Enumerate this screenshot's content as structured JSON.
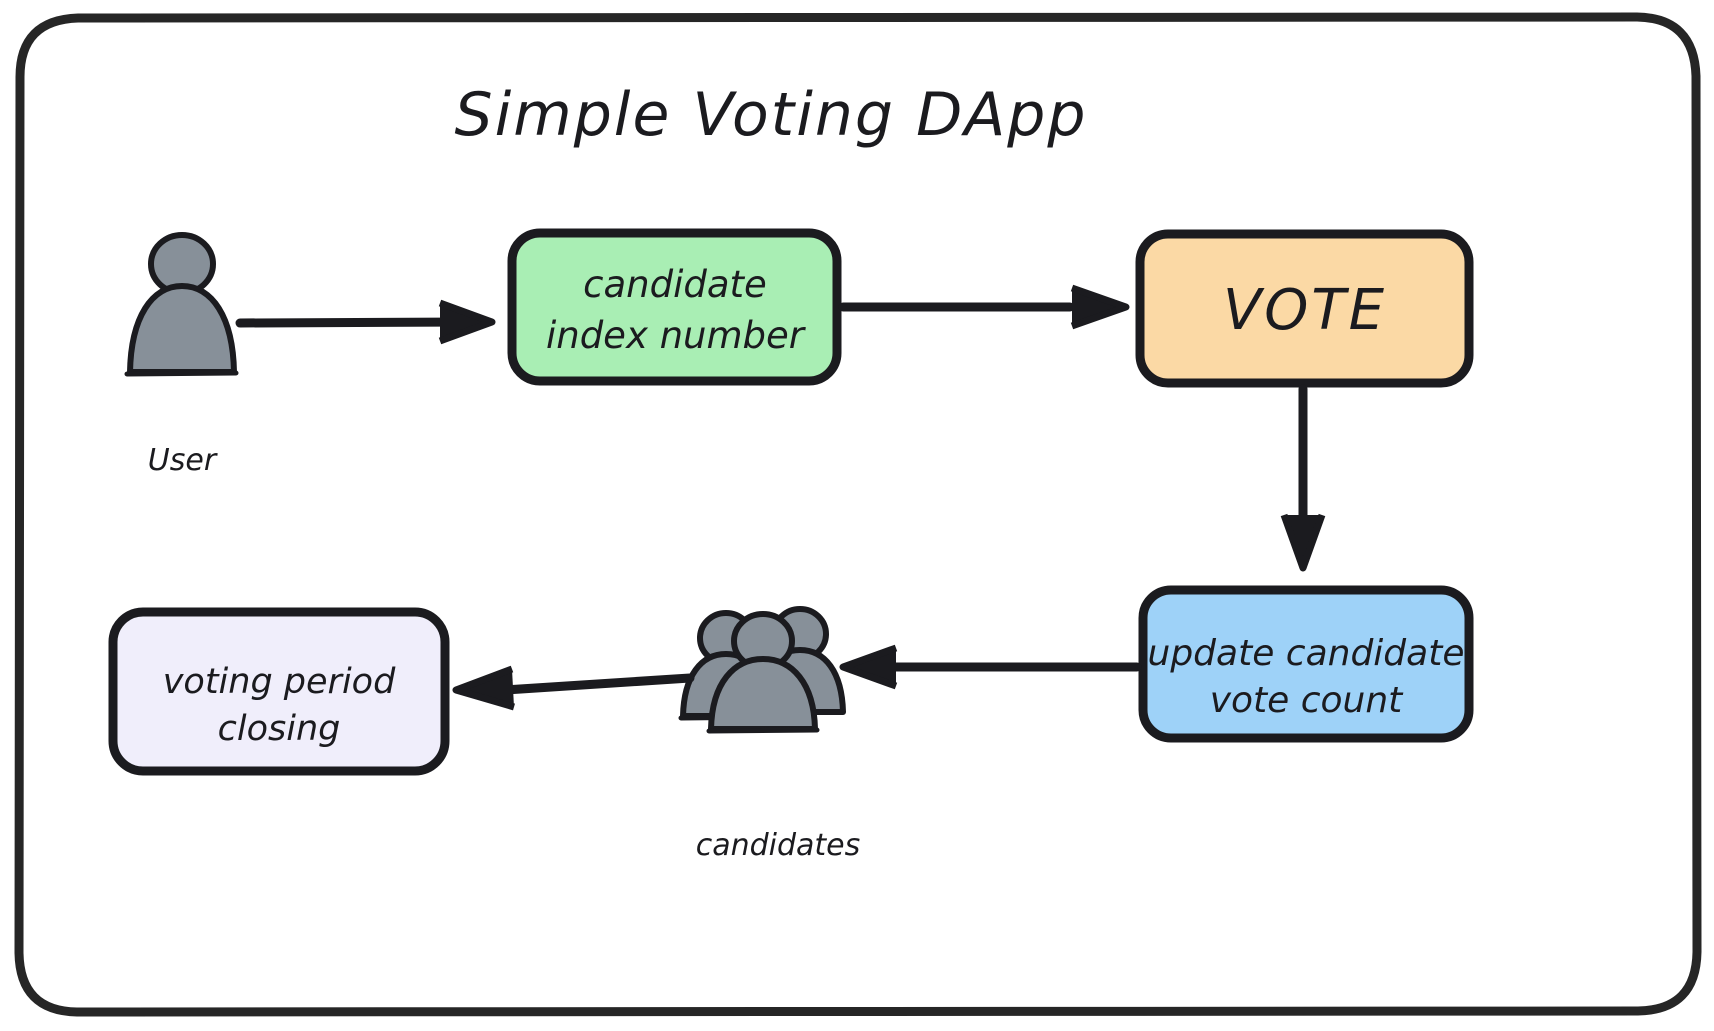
{
  "diagram": {
    "title": "Simple Voting DApp",
    "frame": {
      "border_color": "#262626",
      "background": "#ffffff"
    },
    "actors": [
      {
        "id": "user",
        "name": "user-actor",
        "label": "User",
        "fill": "#879099",
        "stroke": "#1b1b1f",
        "figures": 1
      },
      {
        "id": "candidates",
        "name": "candidates-actor",
        "label": "candidates",
        "fill": "#879099",
        "stroke": "#1b1b1f",
        "figures": 3
      }
    ],
    "nodes": [
      {
        "id": "candidate-index",
        "name": "candidate-index-node",
        "lines": [
          "candidate",
          "index number"
        ],
        "fill": "#a9eeb4",
        "stroke": "#1b1b1f",
        "font_size": 36
      },
      {
        "id": "vote",
        "name": "vote-node",
        "lines": [
          "VOTE"
        ],
        "fill": "#fbd9a5",
        "stroke": "#1b1b1f",
        "font_size": 52
      },
      {
        "id": "update-count",
        "name": "update-vote-count-node",
        "lines": [
          "update candidate",
          "vote count"
        ],
        "fill": "#9ed2f8",
        "stroke": "#1b1b1f",
        "font_size": 36
      },
      {
        "id": "closing",
        "name": "voting-period-closing-node",
        "lines": [
          "voting period",
          "closing"
        ],
        "fill": "#f0eefb",
        "stroke": "#1b1b1f",
        "font_size": 34
      }
    ],
    "edges": [
      {
        "id": "e1",
        "name": "edge-user-to-candidate-index",
        "from": "user",
        "to": "candidate-index",
        "direction": "right"
      },
      {
        "id": "e2",
        "name": "edge-candidate-index-to-vote",
        "from": "candidate-index",
        "to": "vote",
        "direction": "right"
      },
      {
        "id": "e3",
        "name": "edge-vote-to-update-count",
        "from": "vote",
        "to": "update-count",
        "direction": "down"
      },
      {
        "id": "e4",
        "name": "edge-update-count-to-candidates",
        "from": "update-count",
        "to": "candidates",
        "direction": "left"
      },
      {
        "id": "e5",
        "name": "edge-candidates-to-closing",
        "from": "candidates",
        "to": "closing",
        "direction": "left"
      }
    ],
    "colors": {
      "ink": "#1b1b1f",
      "green": "#a9eeb4",
      "orange": "#fbd9a5",
      "blue": "#9ed2f8",
      "lavender": "#f0eefb",
      "gray_figure": "#879099"
    }
  }
}
